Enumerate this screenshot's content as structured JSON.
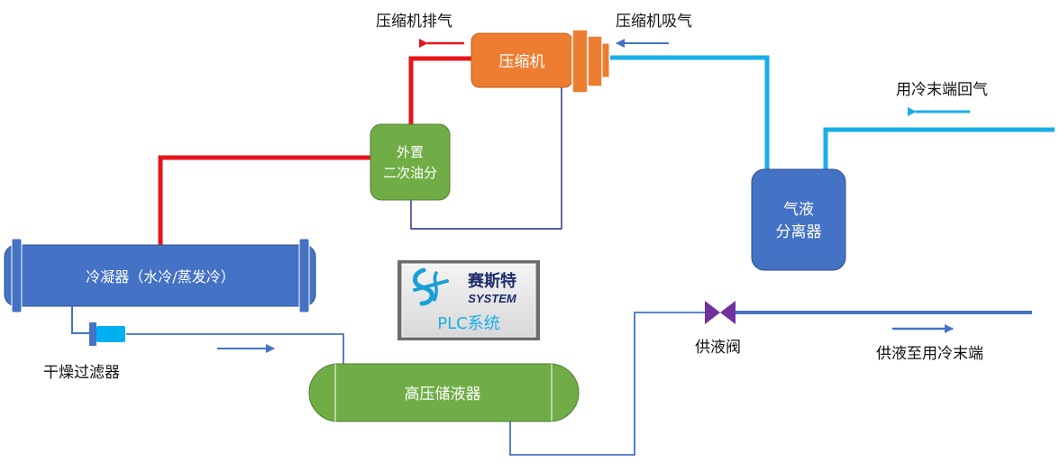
{
  "labels": {
    "compressor_discharge": "压缩机排气",
    "compressor_suction": "压缩机吸气",
    "return_gas": "用冷末端回气",
    "dryer_filter": "干燥过滤器",
    "supply_valve": "供液阀",
    "supply_to_end": "供液至用冷末端"
  },
  "components": {
    "compressor": "压缩机",
    "oil_separator_line1": "外置",
    "oil_separator_line2": "二次油分",
    "condenser": "冷凝器（水冷/蒸发冷）",
    "receiver": "高压储液器",
    "gas_liquid_separator_line1": "气液",
    "gas_liquid_separator_line2": "分离器"
  },
  "logo": {
    "brand_cn": "赛斯特",
    "brand_en": "SYSTEM",
    "caption": "PLC系统"
  },
  "colors": {
    "hot_gas": "#e8141b",
    "suction": "#1aaee8",
    "liquid_line": "#4472c4",
    "oil_line": "#1f2a7a",
    "compressor": "#ed7d31",
    "oil_separator": "#70ad47",
    "condenser": "#4472c4",
    "receiver": "#70ad47",
    "separator": "#4472c4",
    "valve": "#7030a0",
    "dryer": "#00b0f0"
  }
}
